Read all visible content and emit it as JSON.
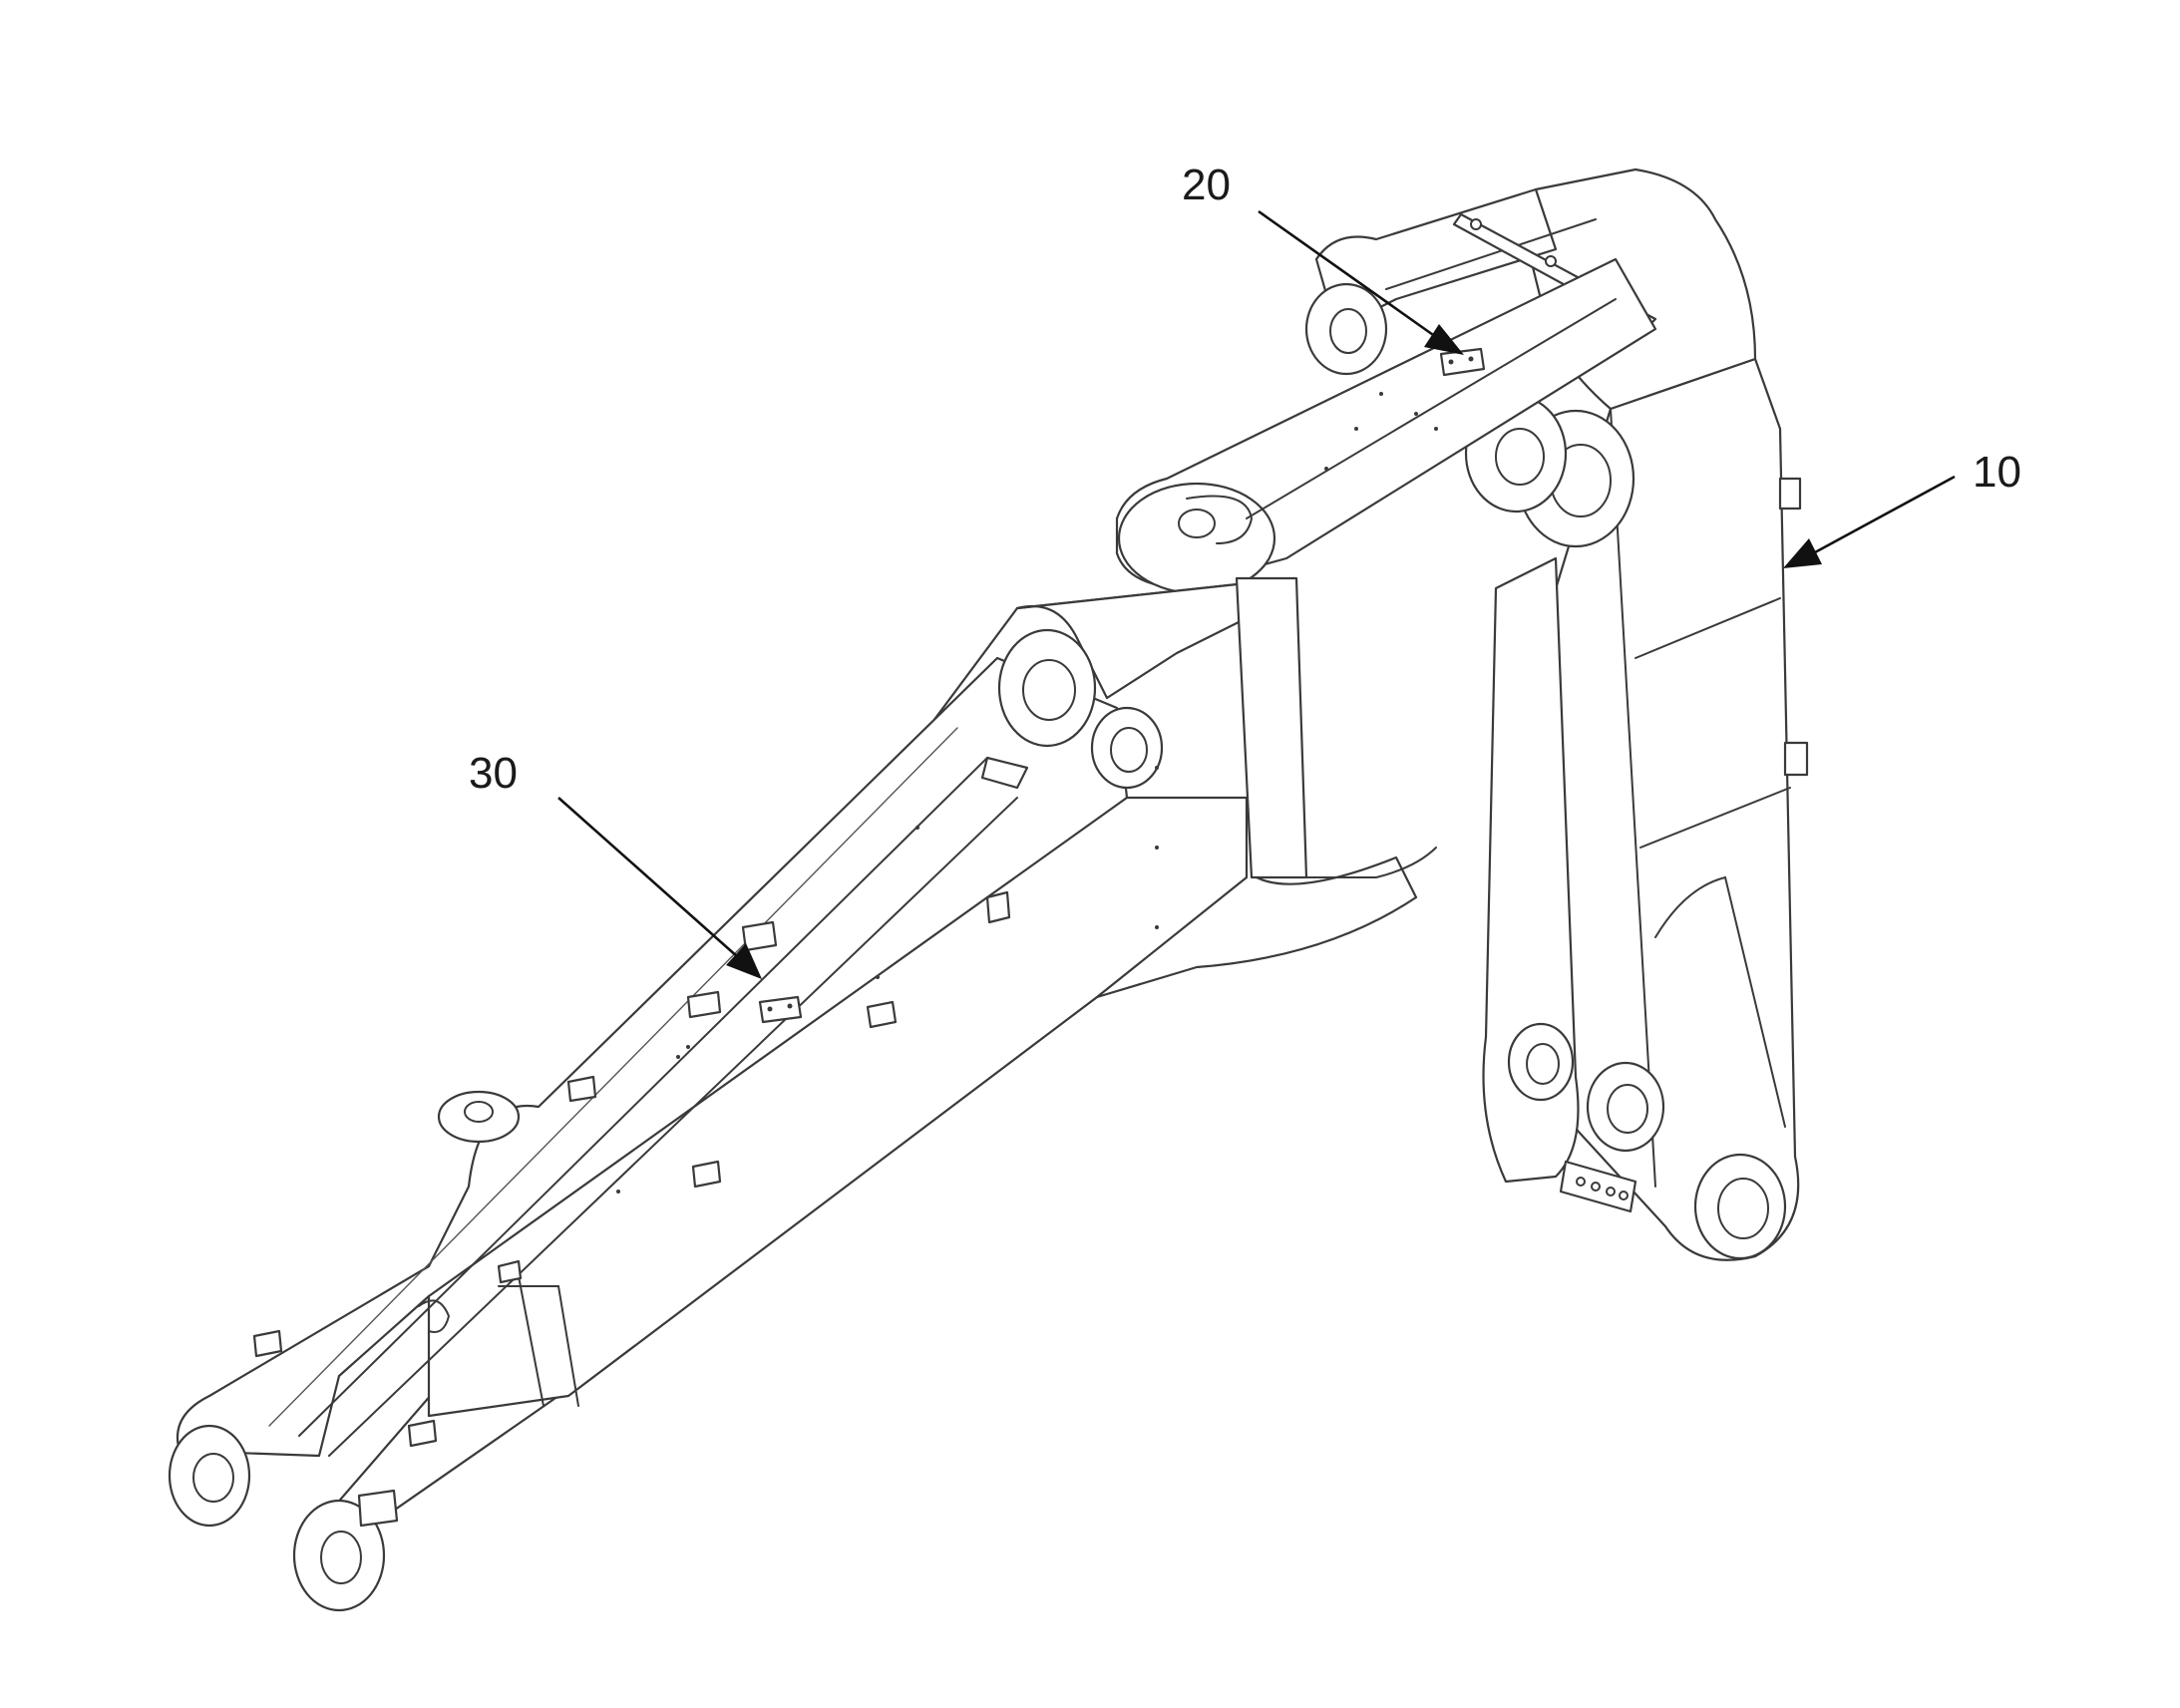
{
  "callouts": [
    {
      "id": "callout-10",
      "label": "10"
    },
    {
      "id": "callout-20",
      "label": "20"
    },
    {
      "id": "callout-30",
      "label": "30"
    }
  ],
  "colors": {
    "line": "#3a3a3a",
    "arrow": "#111111",
    "background": "#ffffff"
  }
}
